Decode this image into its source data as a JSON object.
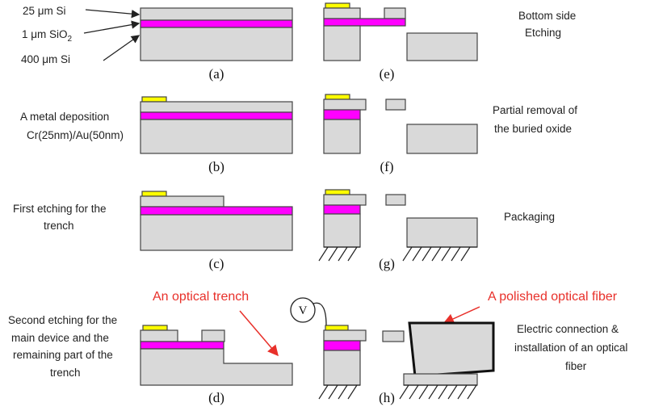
{
  "layers": {
    "si_top": "25 μm Si",
    "sio2_prefix": "1 μm SiO",
    "sio2_sub": "2",
    "si_bottom": "400 μm Si"
  },
  "captions": {
    "a": "(a)",
    "b": "(b)",
    "c": "(c)",
    "d": "(d)",
    "e": "(e)",
    "f": "(f)",
    "g": "(g)",
    "h": "(h)"
  },
  "steps": {
    "b": {
      "line1": "A metal deposition",
      "line2": "Cr(25nm)/Au(50nm)"
    },
    "c": {
      "line1": "First etching for the",
      "line2": "trench"
    },
    "d": {
      "line1": "Second etching for the",
      "line2": "main device and the",
      "line3": "remaining part of the",
      "line4": "trench"
    },
    "e": {
      "line1": "Bottom side",
      "line2": "Etching"
    },
    "f": {
      "line1": "Partial removal of",
      "line2": "the buried oxide"
    },
    "g": {
      "line1": "Packaging"
    },
    "h": {
      "line1": "Electric connection &",
      "line2": "installation of an optical",
      "line3": "fiber",
      "meter": "V"
    }
  },
  "annotations": {
    "optical_trench": "An optical trench",
    "polished_fiber": "A polished optical fiber"
  },
  "colors": {
    "silicon": "#d9d9d9",
    "oxide": "#ff00ff",
    "metal": "#ffff00",
    "annotation": "#e8302a"
  }
}
